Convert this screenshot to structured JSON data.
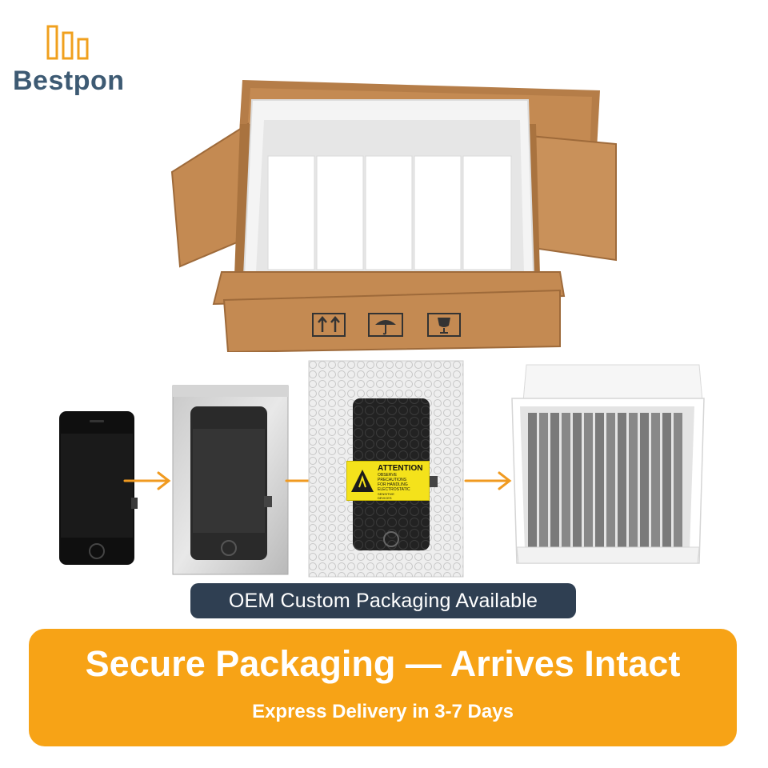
{
  "brand": {
    "name": "Bestpon",
    "logo_icon": "bar-outline-logo-icon",
    "mark_color": "#f0a01e",
    "text_color": "#3d5a73"
  },
  "box": {
    "icons": [
      "this-way-up-icon",
      "keep-dry-umbrella-icon",
      "fragile-glass-icon"
    ],
    "cardboard_color": "#c48a52",
    "foam_color": "#f4f4f4"
  },
  "steps": [
    {
      "name": "bare-lcd-screen"
    },
    {
      "name": "silver-antistatic-bag"
    },
    {
      "name": "bubble-bag-with-esd-label"
    },
    {
      "name": "white-retail-box-with-screens"
    }
  ],
  "esd_label": {
    "title": "ATTENTION",
    "lines": [
      "OBSERVE PRECAUTIONS",
      "FOR HANDLING",
      "ELECTROSTATIC",
      "SENSITIVE",
      "DEVICES"
    ],
    "color": "#f4e21b"
  },
  "arrow_color": "#f09a20",
  "oem": {
    "label": "OEM Custom Packaging Available",
    "bg_color": "#2f3f52"
  },
  "banner": {
    "title": "Secure Packaging — Arrives Intact",
    "subtitle": "Express Delivery in 3-7 Days",
    "bg_color": "#f7a316"
  }
}
